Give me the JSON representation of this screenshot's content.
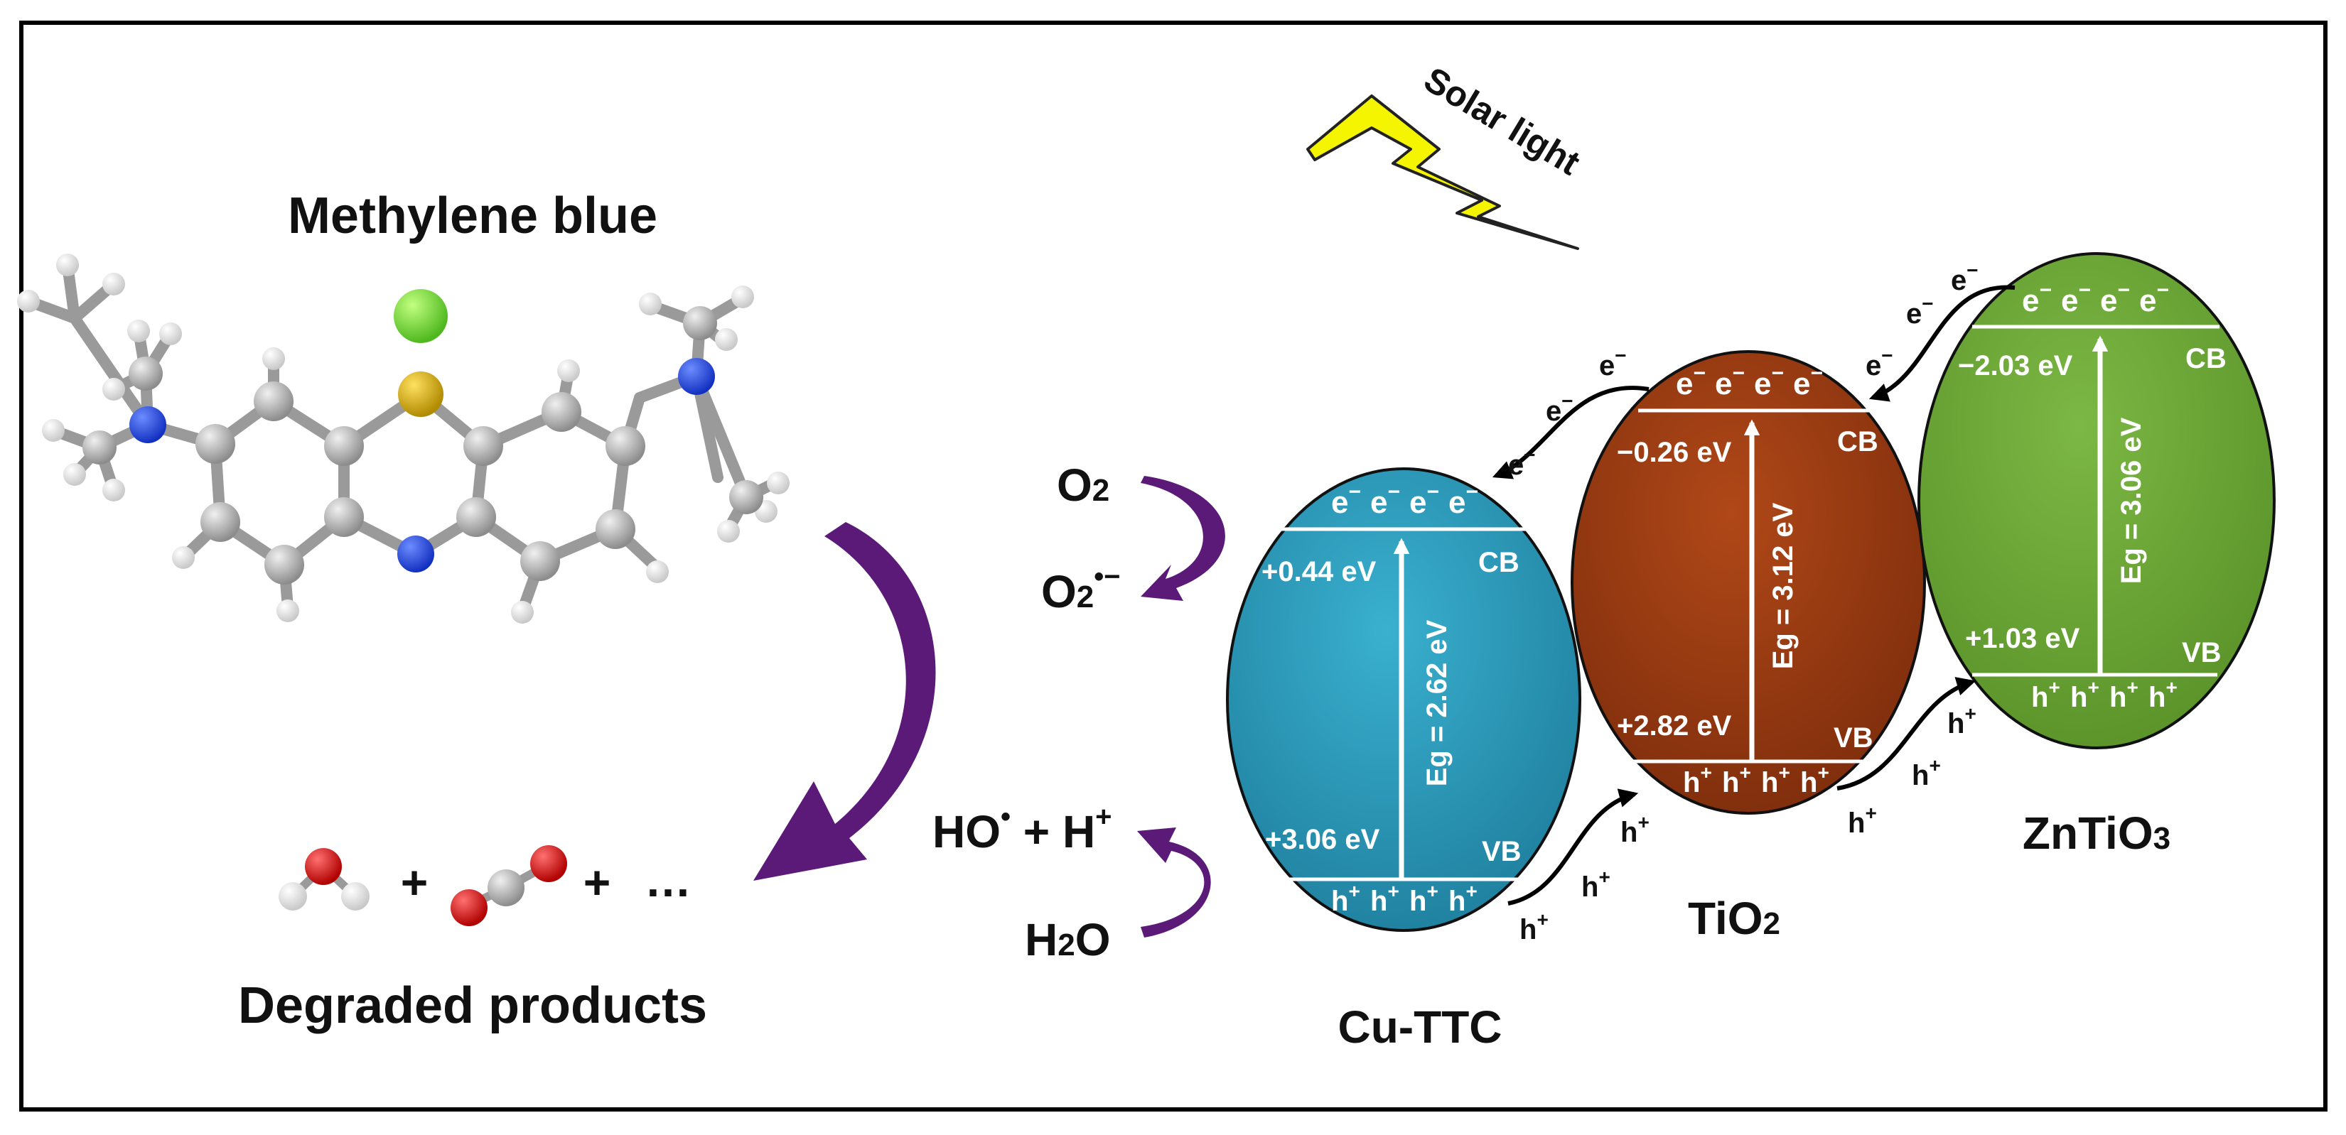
{
  "left_panel": {
    "title": "Methylene blue",
    "degraded_label": "Degraded products",
    "plus": "+",
    "ellipsis": "…"
  },
  "light": {
    "label": "Solar light"
  },
  "reactions": {
    "o2": "O",
    "o2_sub": "2",
    "o2_radical": "O",
    "o2_radical_sub": "2",
    "o2_radical_sup": "•−",
    "ho": "HO",
    "ho_sup": "•",
    "plus_h": " + H",
    "h_sup": "+",
    "h2o_a": "H",
    "h2o_sub": "2",
    "h2o_b": "O"
  },
  "carrier": {
    "electron": "e",
    "electron_sup": "−",
    "hole": "h",
    "hole_sup": "+",
    "cb": "CB",
    "vb": "VB"
  },
  "semiconductors": [
    {
      "name": "Cu-TTC",
      "name_sub": "",
      "cb_value": "+0.44 eV",
      "vb_value": "+3.06 eV",
      "eg_label": "Eg = 2.62 eV",
      "color": "#2f98b8"
    },
    {
      "name": "TiO",
      "name_sub": "2",
      "cb_value": "−0.26 eV",
      "vb_value": "+2.82 eV",
      "eg_label": "Eg = 3.12 eV",
      "color": "#9b3a13"
    },
    {
      "name": "ZnTiO",
      "name_sub": "3",
      "cb_value": "−2.03 eV",
      "vb_value": "+1.03 eV",
      "eg_label": "Eg = 3.06 eV",
      "color": "#6aa433"
    }
  ],
  "colors": {
    "arrow_purple": "#5b1a78",
    "lightning": "#f5f500",
    "chlorine": "#7ed83a",
    "sulfur": "#d8b00a",
    "nitrogen": "#2048e0",
    "carbon": "#a8a8a8",
    "hydrogen": "#eeeeee",
    "oxygen": "#d81010"
  }
}
